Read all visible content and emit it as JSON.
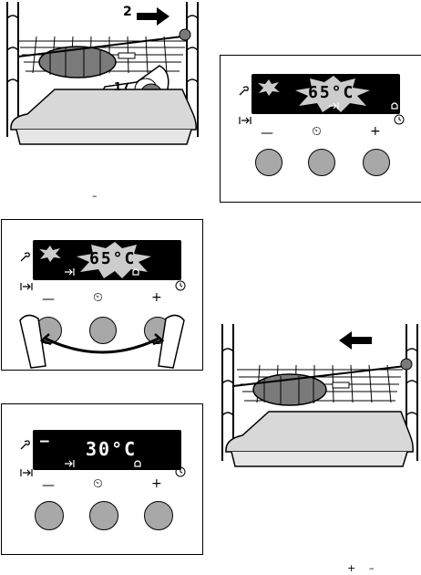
{
  "oven_top_left": {
    "step_label": "2",
    "knob_label": "1"
  },
  "oven_bottom_right": {},
  "display_a": {
    "temperature": "65°C",
    "minus": "—",
    "plus": "+",
    "clock_key": "⏲"
  },
  "display_b": {
    "temperature": "65°C",
    "minus": "—",
    "plus": "+",
    "clock_key": "⏲"
  },
  "display_c": {
    "temperature": "30°C",
    "minus": "—",
    "plus": "+",
    "clock_key": "⏲",
    "dash": "–"
  },
  "loose_marks": {
    "minus_mid": "–",
    "bottom_plus": "+",
    "bottom_minus": "–"
  },
  "colors": {
    "button_fill": "#a8a8a8",
    "display_bg": "#000000",
    "line": "#000000"
  }
}
